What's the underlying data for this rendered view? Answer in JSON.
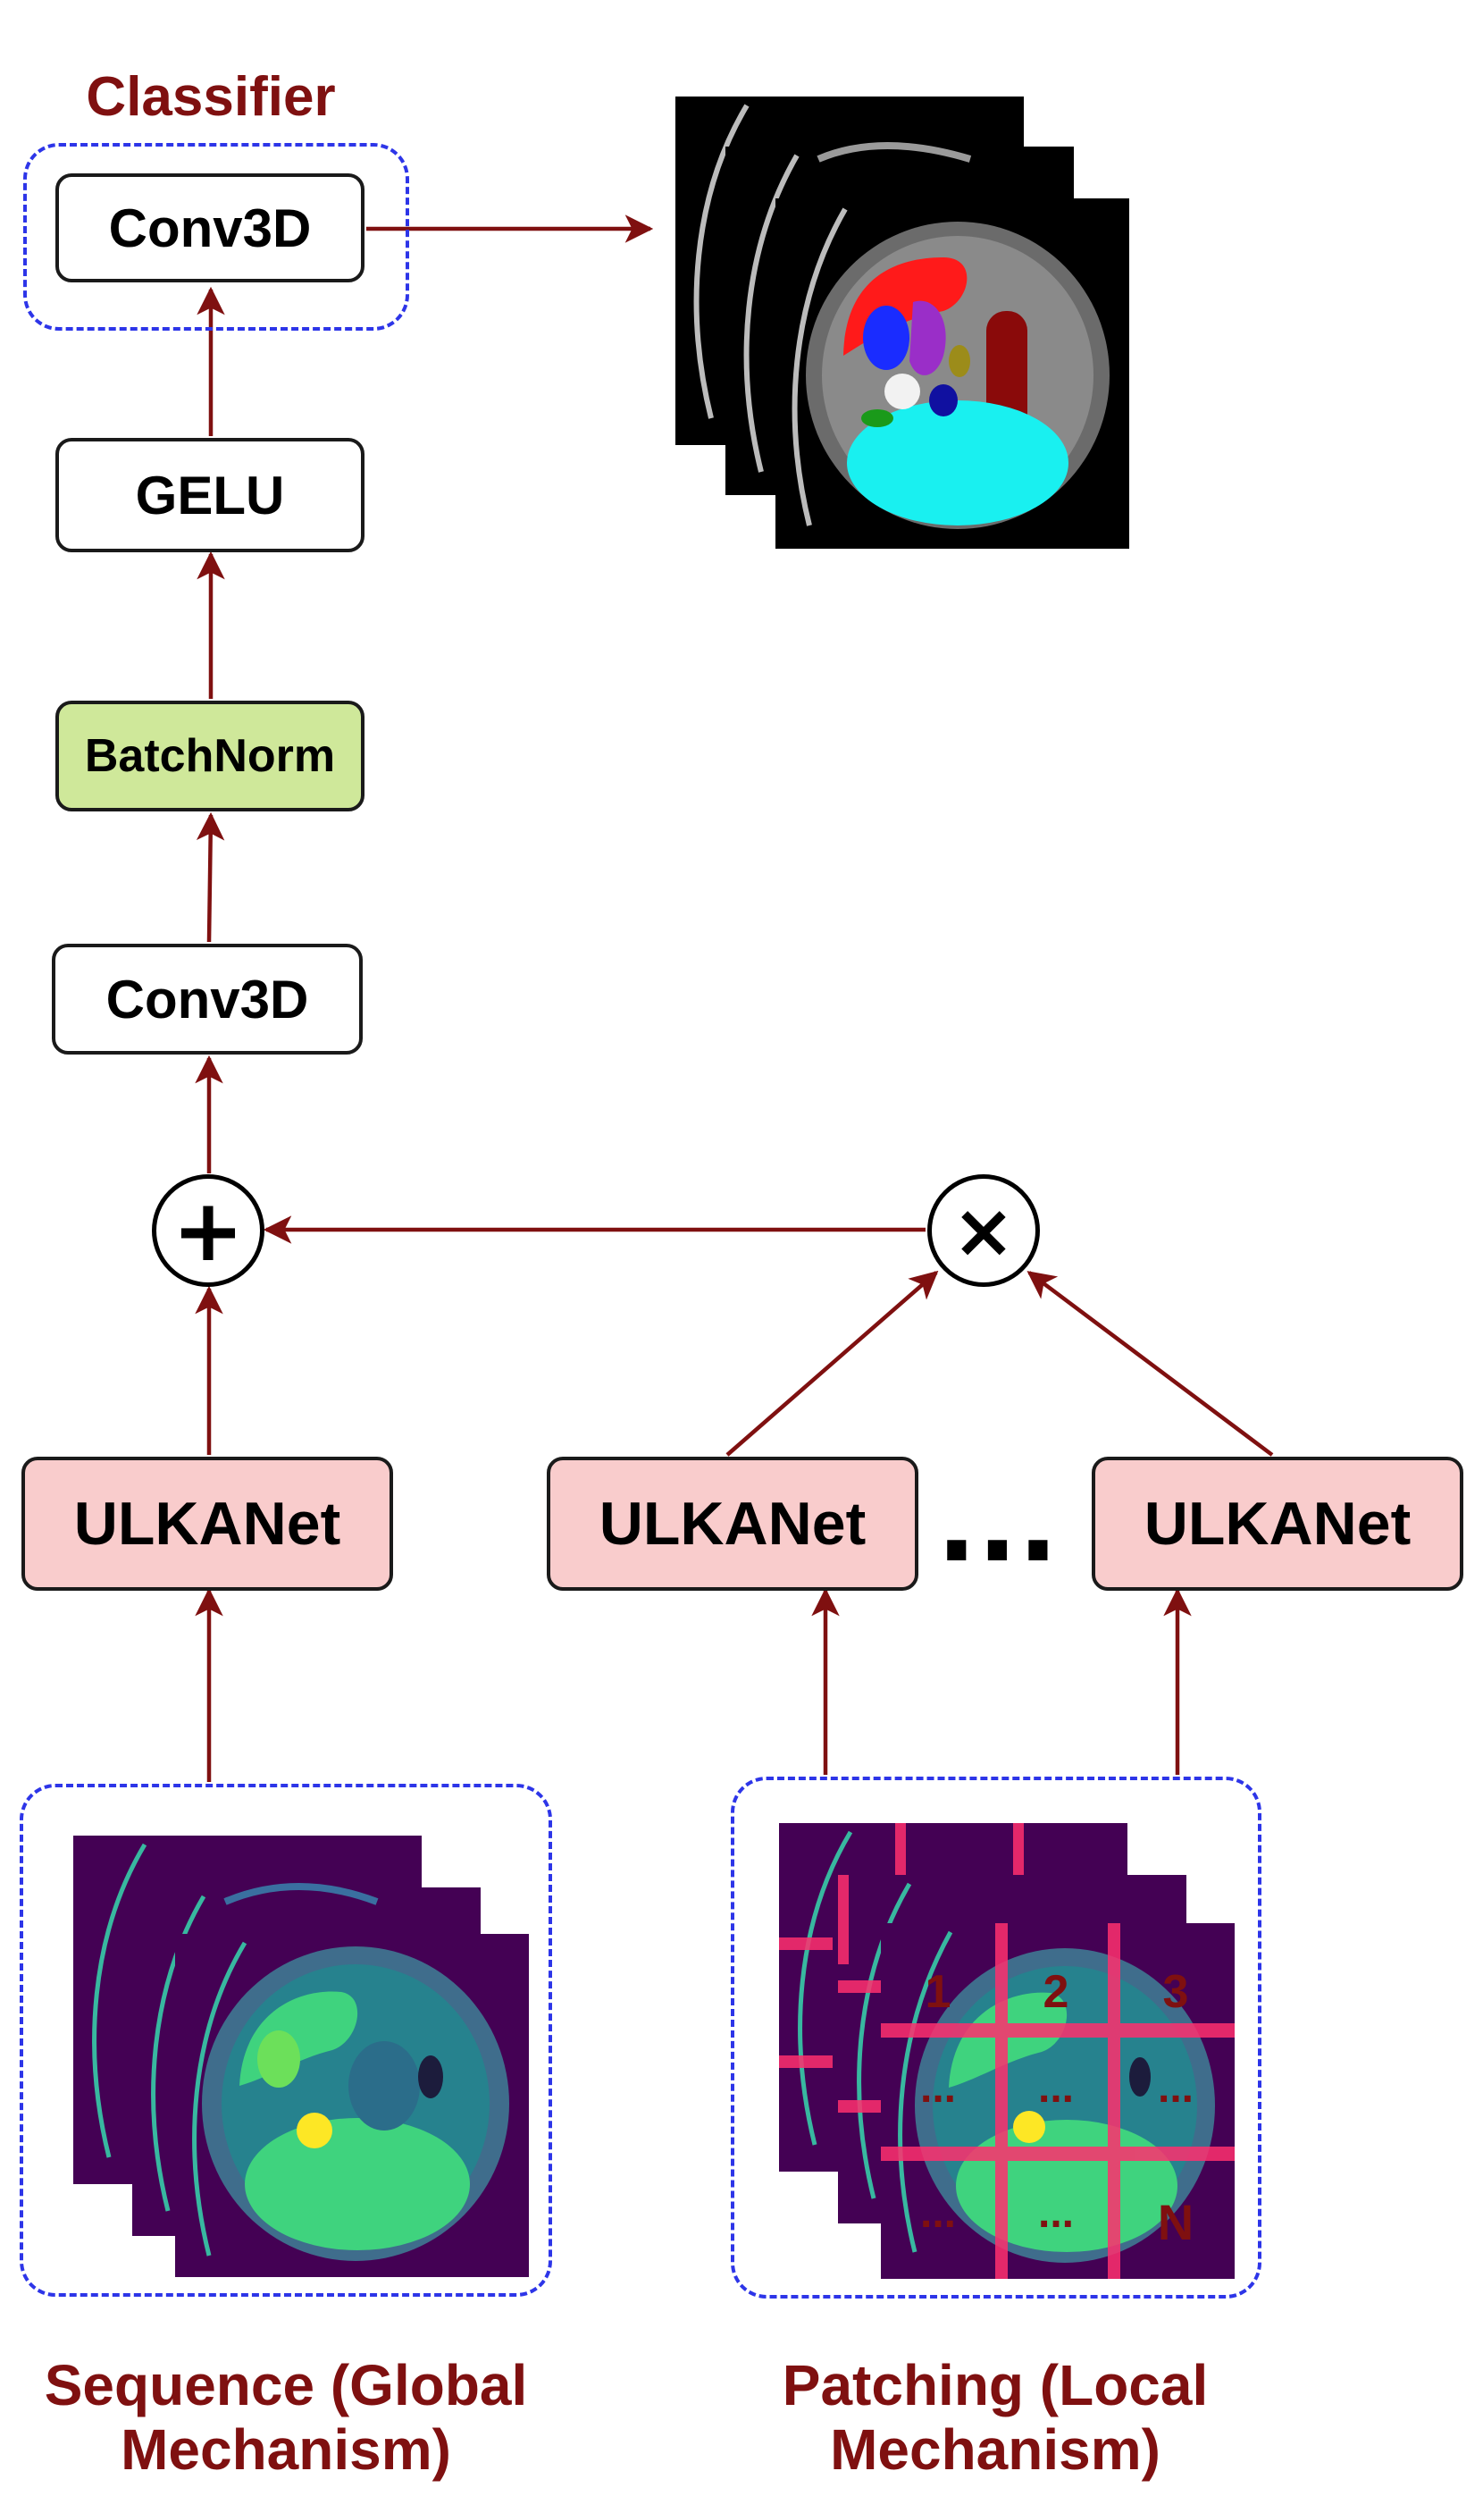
{
  "classifier": {
    "title": "Classifier",
    "conv_label": "Conv3D"
  },
  "blocks": {
    "gelu": "GELU",
    "batchnorm": "BatchNorm",
    "conv3d": "Conv3D"
  },
  "ops": {
    "add": "+",
    "multiply": "×"
  },
  "ulkanet": {
    "global": "ULKANet",
    "local_first": "ULKANet",
    "local_last": "ULKANet",
    "ellipsis": "..."
  },
  "inputs": {
    "global_caption_line1": "Sequence (Global",
    "global_caption_line2": "Mechanism)",
    "local_caption_line1": "Patching (Local",
    "local_caption_line2": "Mechanism)"
  },
  "patch_labels": {
    "p1": "1",
    "p2": "2",
    "p3": "3",
    "pn": "N",
    "dots_a": "...",
    "dots_b": "...",
    "dots_c": "...",
    "dots_d": "...",
    "dots_e": "..."
  },
  "colors": {
    "arrow": "#7f1010",
    "dashed_border": "#2d35e8",
    "batchnorm_fill": "#cfe89a",
    "ulkanet_fill": "#f9cccc",
    "scan_bg": "#440154",
    "organ_fill": "#3fd37e",
    "patch_grid": "#ff2f6e",
    "segmentation_bg": "#000000"
  }
}
